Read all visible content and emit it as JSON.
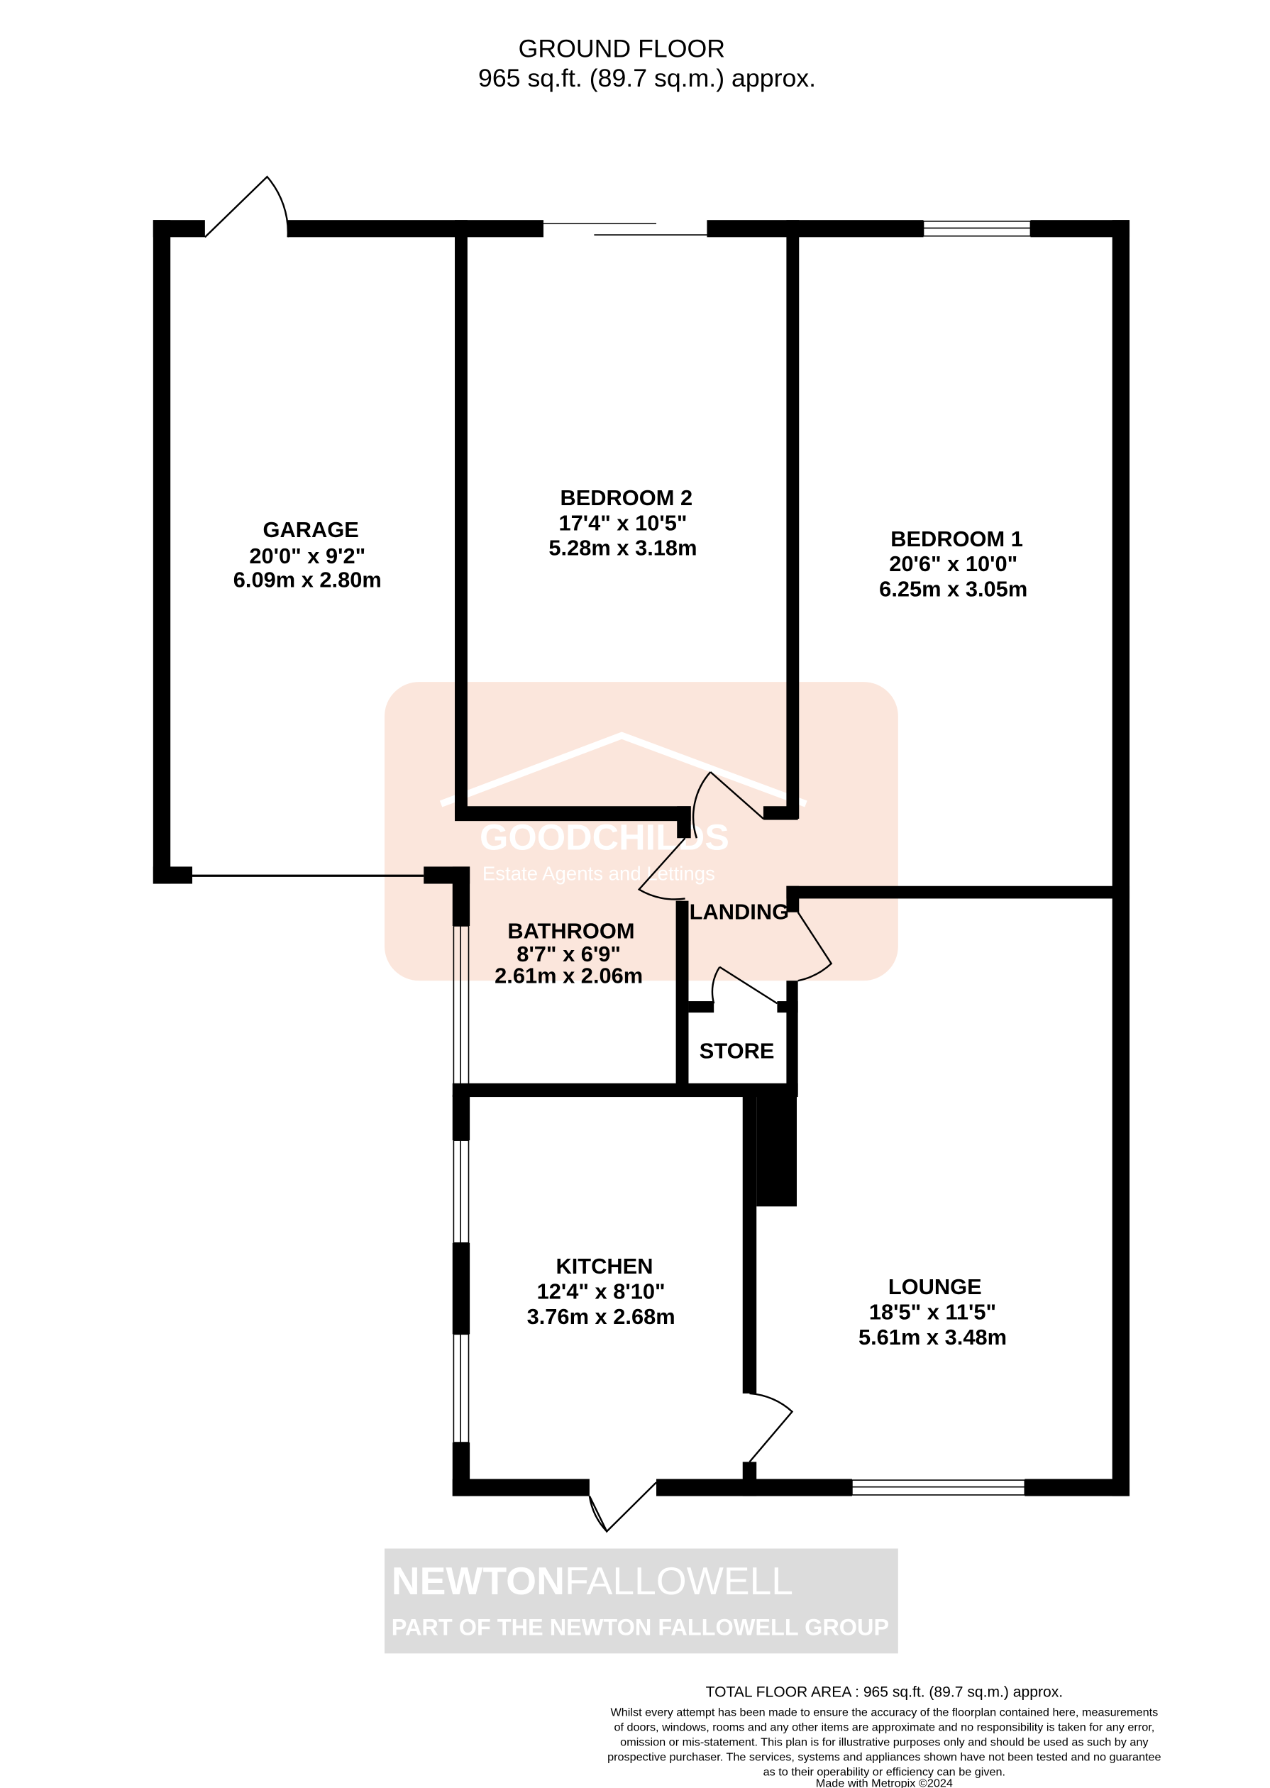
{
  "header": {
    "title": "GROUND FLOOR",
    "area": "965 sq.ft. (89.7 sq.m.) approx."
  },
  "rooms": [
    {
      "name": "GARAGE",
      "imperial": "20'0\"  x 9'2\"",
      "metric": "6.09m  x 2.80m"
    },
    {
      "name": "BEDROOM 2",
      "imperial": "17'4\"  x 10'5\"",
      "metric": "5.28m  x 3.18m"
    },
    {
      "name": "BEDROOM 1",
      "imperial": "20'6\"  x 10'0\"",
      "metric": "6.25m  x 3.05m"
    },
    {
      "name": "BATHROOM",
      "imperial": "8'7\"  x 6'9\"",
      "metric": "2.61m  x 2.06m"
    },
    {
      "name": "LANDING"
    },
    {
      "name": "STORE"
    },
    {
      "name": "KITCHEN",
      "imperial": "12'4\"  x 8'10\"",
      "metric": "3.76m  x 2.68m"
    },
    {
      "name": "LOUNGE",
      "imperial": "18'5\"  x 11'5\"",
      "metric": "5.61m  x 3.48m"
    }
  ],
  "watermark": {
    "brand": "GOODCHILDS",
    "tagline": "Estate Agents and Lettings",
    "group_bold": "NEWTON",
    "group_light": "FALLOWELL",
    "group_sub": "PART OF THE NEWTON FALLOWELL GROUP",
    "colors": {
      "peach": "#fbe6dc",
      "grey": "#dcdcdc"
    }
  },
  "footer": {
    "total": "TOTAL FLOOR AREA : 965 sq.ft. (89.7 sq.m.) approx.",
    "disclaimer": [
      "Whilst every attempt has been made to ensure the accuracy of the floorplan contained here, measurements",
      "of doors, windows, rooms and any other items are approximate and no responsibility is taken for any error,",
      "omission or mis-statement. This plan is for illustrative purposes only and should be used as such by any",
      "prospective purchaser. The services, systems and appliances shown have not been tested and no guarantee",
      "as to their operability or efficiency can be given."
    ],
    "credit": "Made with Metropix ©2024"
  }
}
